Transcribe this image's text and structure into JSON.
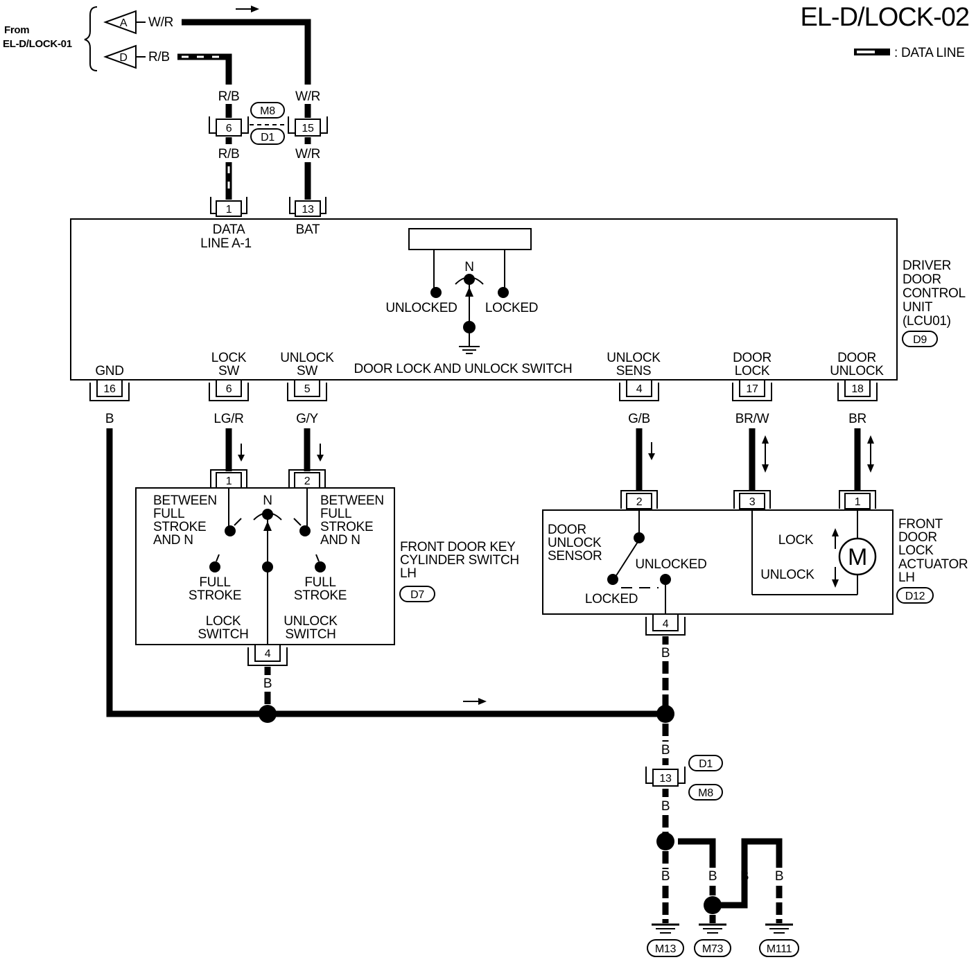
{
  "title": "EL-D/LOCK-02",
  "legend": {
    "data_line": ": DATA LINE"
  },
  "from": {
    "line1": "From",
    "line2": "EL-D/LOCK-01",
    "conn_a": "A",
    "conn_d": "D"
  },
  "wires": {
    "wr": "W/R",
    "rb": "R/B",
    "b": "B",
    "lgr": "LG/R",
    "gy": "G/Y",
    "gb": "G/B",
    "brw": "BR/W",
    "br": "BR"
  },
  "connectors": {
    "m8": "M8",
    "d1": "D1",
    "d9": "D9",
    "d7": "D7",
    "d12": "D12",
    "m13": "M13",
    "m73": "M73",
    "m111": "M111"
  },
  "pins": {
    "p6": "6",
    "p15": "15",
    "p1": "1",
    "p13": "13",
    "p16": "16",
    "p5": "5",
    "p4": "4",
    "p17": "17",
    "p18": "18",
    "p2": "2",
    "p3": "3"
  },
  "control_unit": {
    "data_line_1": "DATA",
    "data_line_2": "LINE A-1",
    "bat": "BAT",
    "name_lines": [
      "DRIVER",
      "DOOR",
      "CONTROL",
      "UNIT",
      "(LCU01)"
    ],
    "gnd": "GND",
    "lock_sw_1": "LOCK",
    "lock_sw_2": "SW",
    "unlock_sw_1": "UNLOCK",
    "unlock_sw_2": "SW",
    "switch_name": "DOOR LOCK AND UNLOCK SWITCH",
    "unlock_sens_1": "UNLOCK",
    "unlock_sens_2": "SENS",
    "door_lock_1": "DOOR",
    "door_lock_2": "LOCK",
    "door_unlock_1": "DOOR",
    "door_unlock_2": "UNLOCK",
    "n": "N",
    "unlocked": "UNLOCKED",
    "locked": "LOCKED"
  },
  "key_switch": {
    "between_1": "BETWEEN",
    "between_2": "FULL",
    "between_3": "STROKE",
    "between_4": "AND N",
    "n": "N",
    "full": "FULL",
    "stroke": "STROKE",
    "lock_1": "LOCK",
    "lock_2": "SWITCH",
    "unlock_1": "UNLOCK",
    "unlock_2": "SWITCH",
    "name_lines": [
      "FRONT DOOR KEY",
      "CYLINDER SWITCH",
      "LH"
    ]
  },
  "actuator": {
    "sensor_1": "DOOR",
    "sensor_2": "UNLOCK",
    "sensor_3": "SENSOR",
    "unlocked": "UNLOCKED",
    "locked": "LOCKED",
    "lock": "LOCK",
    "unlock": "UNLOCK",
    "motor": "M",
    "name_lines": [
      "FRONT",
      "DOOR",
      "LOCK",
      "ACTUATOR",
      "LH"
    ]
  }
}
